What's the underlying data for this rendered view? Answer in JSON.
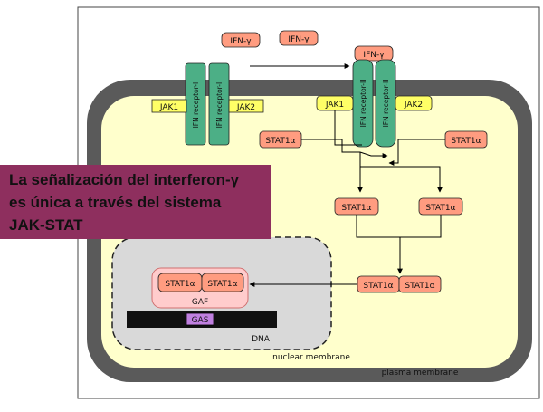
{
  "title_box": {
    "lines": [
      "La señalización del interferon-γ",
      "es única a través del sistema",
      "JAK-STAT"
    ]
  },
  "ligands": {
    "free_1": "IFN-γ",
    "free_2": "IFN-γ",
    "bound": "IFN-γ"
  },
  "receptors": {
    "left_a": "IFN receptor-II",
    "left_b": "IFN receptor-II",
    "right_a": "IFN receptor-II",
    "right_b": "IFN receptor-II"
  },
  "jak": {
    "left_1": "JAK1",
    "left_2": "JAK2",
    "right_1": "JAK1",
    "right_2": "JAK2"
  },
  "stat": {
    "inactive_left": "STAT1α",
    "inactive_right": "STAT1α",
    "phos_left": "STAT1α",
    "phos_right": "STAT1α",
    "dimer_a": "STAT1α",
    "dimer_b": "STAT1α",
    "gaf_a": "STAT1α",
    "gaf_b": "STAT1α"
  },
  "nucleus": {
    "gaf_label": "GAF",
    "gas_label": "GAS",
    "dna_label": "DNA",
    "nuclear_membrane": "nuclear membrane"
  },
  "plasma_membrane": "plasma membrane",
  "colors": {
    "membrane": "#5a5a5a",
    "cytoplasm": "#ffffcc",
    "nucleus": "#d9d9d9",
    "receptor": "#4caf86",
    "jak": "#ffff66",
    "stat": "#ff9c80",
    "ifn": "#ff9c80",
    "title_bg": "#8e2f5e",
    "gas": "#c080e0"
  }
}
